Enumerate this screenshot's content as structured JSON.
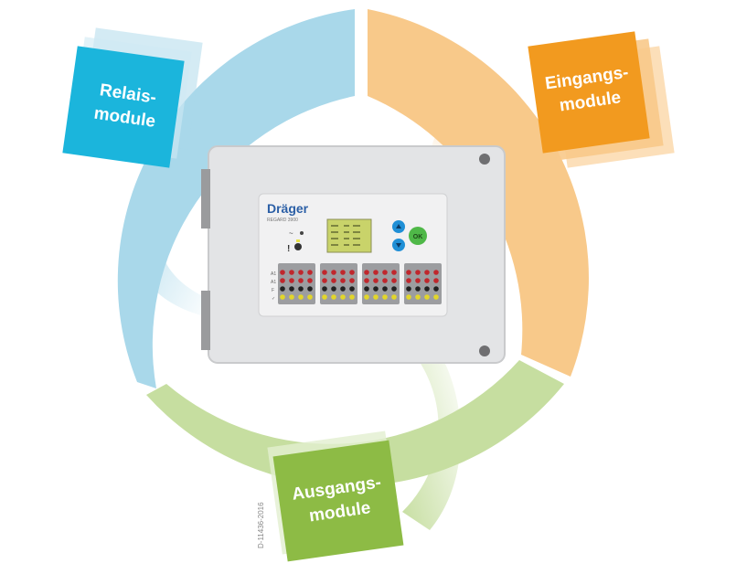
{
  "modules": {
    "relais": {
      "line1": "Relais-",
      "line2": "module",
      "color": "#1bb5dc"
    },
    "eingang": {
      "line1": "Eingangs-",
      "line2": "module",
      "color": "#f29a1f"
    },
    "ausgang": {
      "line1": "Ausgangs-",
      "line2": "module",
      "color": "#8dbb45"
    }
  },
  "device": {
    "brand": "Dräger",
    "model": "REGARD 3900",
    "ok_label": "OK",
    "row_labels": [
      "A1",
      "A1",
      "F",
      "✓"
    ]
  },
  "figure_code": "D-11436-2016",
  "colors": {
    "ring_blue": "#a9d8ea",
    "ring_orange": "#f8c98a",
    "ring_green": "#c6dea0",
    "display": "#c9d36a",
    "panel": "#e3e4e6"
  }
}
